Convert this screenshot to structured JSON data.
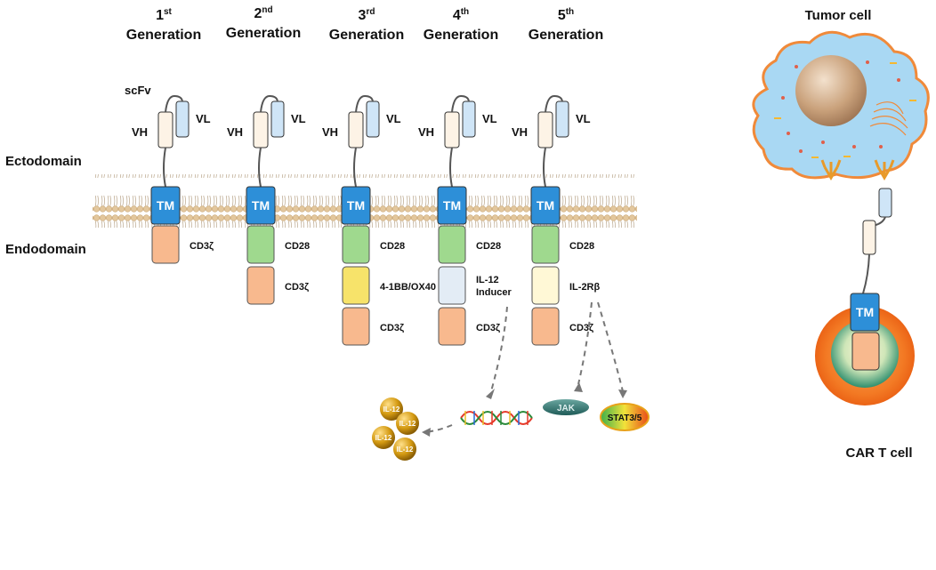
{
  "generations": [
    {
      "num": "1",
      "sup": "st",
      "word": "Generation",
      "domains": [
        "CD3ζ"
      ]
    },
    {
      "num": "2",
      "sup": "nd",
      "word": "Generation",
      "domains": [
        "CD28",
        "CD3ζ"
      ]
    },
    {
      "num": "3",
      "sup": "rd",
      "word": "Generation",
      "domains": [
        "CD28",
        "4-1BB/OX40",
        "CD3ζ"
      ]
    },
    {
      "num": "4",
      "sup": "th",
      "word": "Generation",
      "domains": [
        "CD28",
        "IL-12",
        "Inducer",
        "CD3ζ"
      ]
    },
    {
      "num": "5",
      "sup": "th",
      "word": "Generation",
      "domains": [
        "CD28",
        "IL-2Rβ",
        "CD3ζ"
      ]
    }
  ],
  "labels": {
    "scfv": "scFv",
    "vh": "VH",
    "vl": "VL",
    "tm": "TM",
    "ectodomain": "Ectodomain",
    "endodomain": "Endodomain",
    "tumor_cell": "Tumor cell",
    "car_t_cell": "CAR T cell",
    "jak": "JAK",
    "stat": "STAT3/5",
    "il12": "IL-12"
  },
  "colors": {
    "tm": "#2d8fd8",
    "cd3z": "#f8b98e",
    "cd28": "#9fd98e",
    "bb_ox40": "#f7e36a",
    "il12_inducer": "#e3ecf5",
    "il2rb": "#fff8d6",
    "vh": "#fdf3e6",
    "vl": "#cfe5f7",
    "tumor": "#a9d8f3",
    "car_t_outer": "#f26a1e",
    "car_t_inner": "#3a9a7a"
  }
}
